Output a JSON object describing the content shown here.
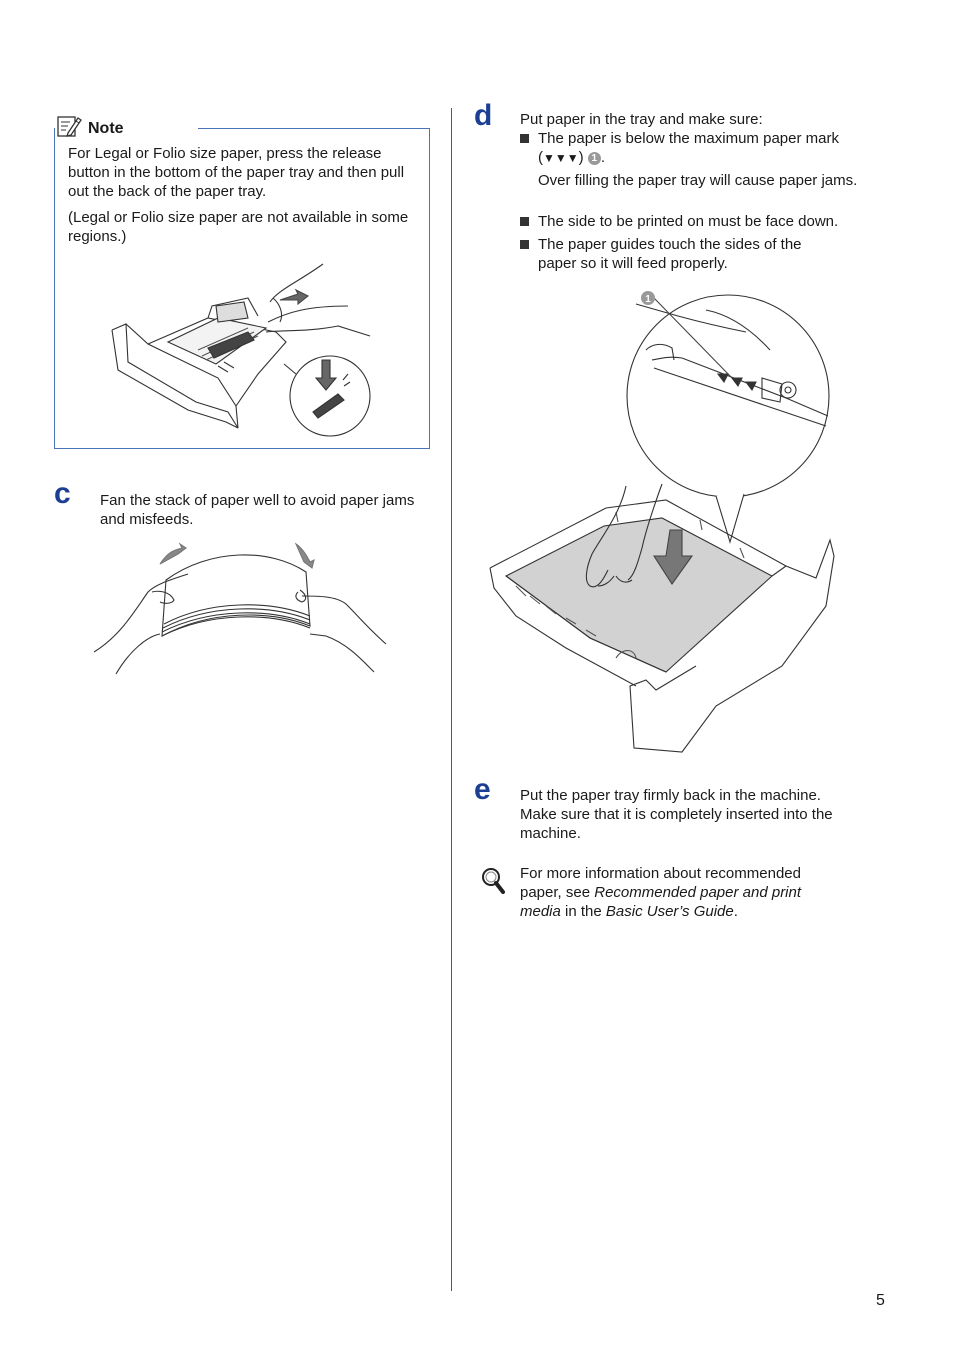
{
  "note": {
    "title": "Note",
    "para1": "For Legal or Folio size paper, press the release button in the bottom of the paper tray and then pull out the back of the paper tray.",
    "para2": "(Legal or Folio size paper are not available in some regions.)"
  },
  "step_c": {
    "letter": "c",
    "text": "Fan the stack of paper well to avoid paper jams and misfeeds."
  },
  "step_d": {
    "letter": "d",
    "intro": "Put paper in the tray and make sure:",
    "bullet1_a": "The paper is below the maximum paper mark (",
    "bullet1_marks": "▼▼▼",
    "bullet1_b": ")",
    "bullet1_callout": "1",
    "bullet1_end": ".",
    "bullet1_sub": "Over filling the paper tray will cause paper jams.",
    "bullet2": "The side to be printed on must be face down.",
    "bullet3": "The paper guides touch the sides of the paper so it will feed properly.",
    "callout_label": "1"
  },
  "step_e": {
    "letter": "e",
    "text": "Put the paper tray firmly back in the machine. Make sure that it is completely inserted into the machine."
  },
  "reference": {
    "text_a": "For more information about recommended paper, see ",
    "italic_1": "Recommended paper and print media",
    "text_b": " in the ",
    "italic_2": "Basic User’s Guide",
    "text_c": "."
  },
  "page_number": "5",
  "colors": {
    "accent": "#1c3f94",
    "rule": "#2f5fb0",
    "note_border": "#4a74b8"
  }
}
